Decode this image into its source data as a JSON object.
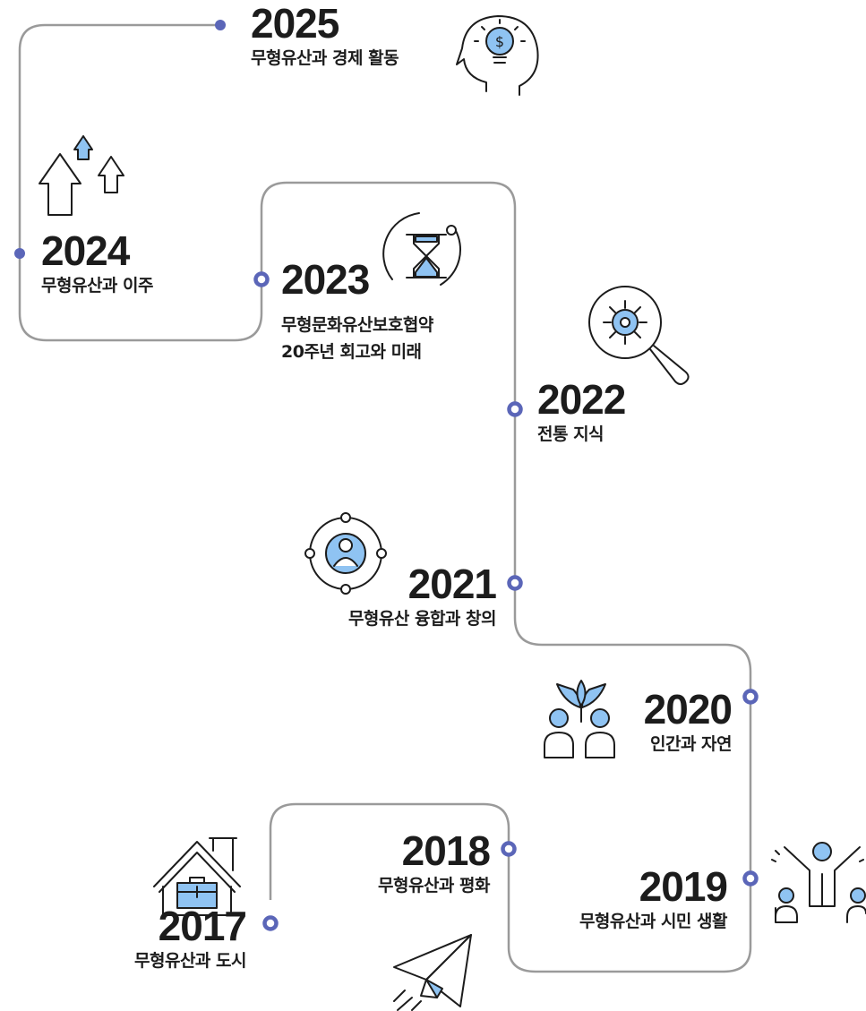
{
  "entries": [
    {
      "year": "2025",
      "title": "무형유산과 경제 활동"
    },
    {
      "year": "2024",
      "title": "무형유산과 이주"
    },
    {
      "year": "2023",
      "title": "무형문화유산보호협약",
      "title2": "20주년 회고와 미래"
    },
    {
      "year": "2022",
      "title": "전통 지식"
    },
    {
      "year": "2021",
      "title": "무형유산 융합과 창의"
    },
    {
      "year": "2020",
      "title": "인간과 자연"
    },
    {
      "year": "2019",
      "title": "무형유산과 시민 생활"
    },
    {
      "year": "2018",
      "title": "무형유산과 평화"
    },
    {
      "year": "2017",
      "title": "무형유산과 도시"
    }
  ],
  "colors": {
    "path": "#9a9a9a",
    "dot": "#5b66b8",
    "icon_fill": "#8fc3f2",
    "icon_stroke": "#1c1c1c",
    "text": "#1c1c1c"
  },
  "icons": [
    "head-lightbulb-dollar-icon",
    "upward-arrows-icon",
    "hourglass-icon",
    "magnifier-virus-icon",
    "target-person-icon",
    "people-plant-icon",
    "cheering-people-icon",
    "paper-plane-icon",
    "house-briefcase-icon"
  ]
}
